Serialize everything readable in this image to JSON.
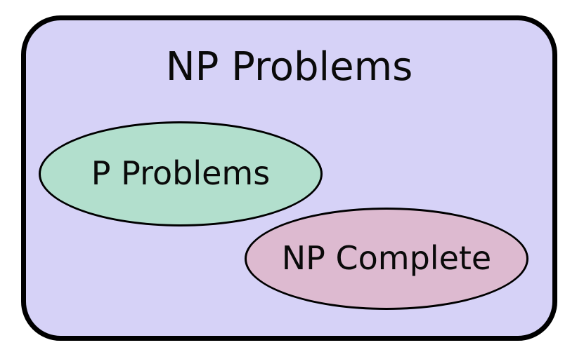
{
  "diagram": {
    "title": "NP Problems",
    "outer_set": {
      "label": "NP Problems",
      "fill": "#d6d2f7",
      "stroke": "#000000"
    },
    "inner_sets": [
      {
        "id": "p-problems",
        "label": "P Problems",
        "fill": "#b2dfcd",
        "stroke": "#000000"
      },
      {
        "id": "np-complete",
        "label": "NP Complete",
        "fill": "#ddbad0",
        "stroke": "#000000"
      }
    ],
    "colors": {
      "page_background": "#ffffff",
      "text": "#0a0a0a"
    }
  }
}
